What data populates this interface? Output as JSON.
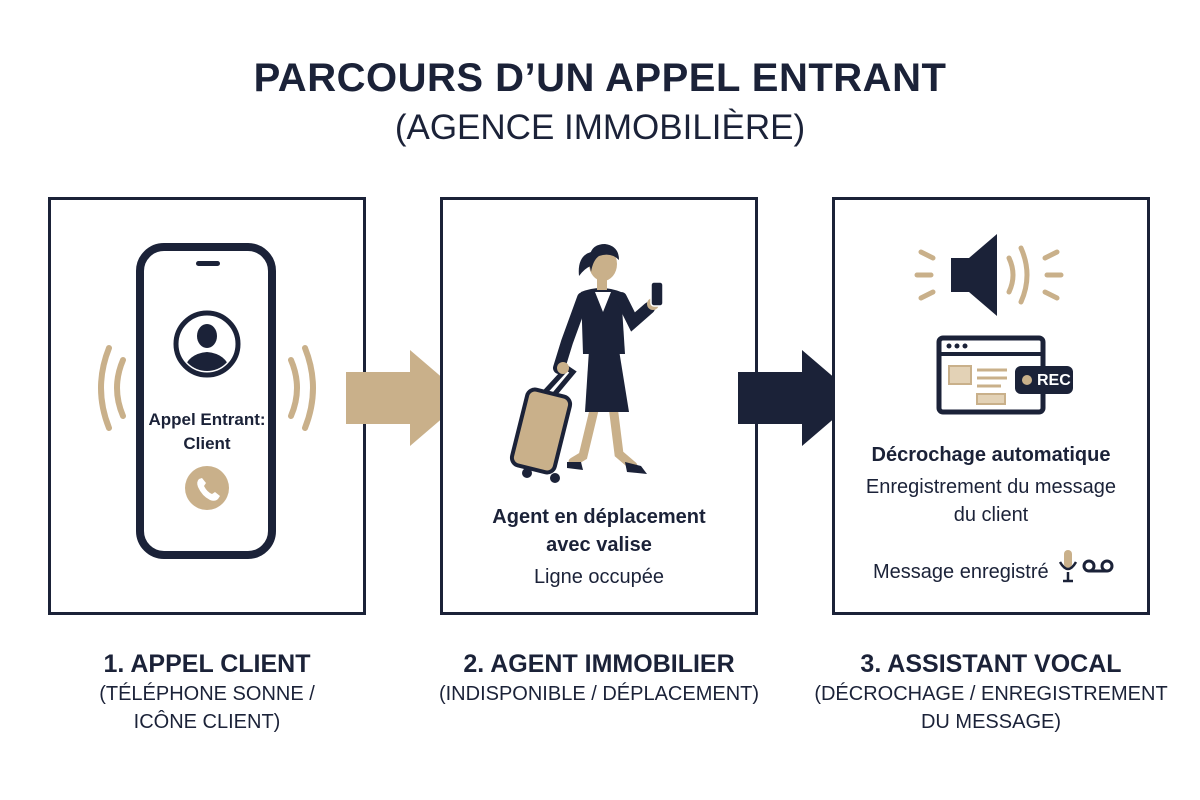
{
  "title": "PARCOURS D’UN APPEL ENTRANT",
  "subtitle": "(AGENCE IMMOBILIÈRE)",
  "panels": [
    {
      "screen_text_line1": "Appel Entrant:",
      "screen_text_line2": "Client",
      "icons": [
        "avatar-icon",
        "phone-handset-icon",
        "vibration-waves-icon"
      ],
      "caption_title": "1. APPEL CLIENT",
      "caption_line1": "(TÉLÉPHONE SONNE /",
      "caption_line2": "ICÔNE CLIENT)"
    },
    {
      "label_line1": "Agent en déplacement",
      "label_line2": "avec valise",
      "status": "Ligne occupée",
      "icons": [
        "businesswoman-with-suitcase-icon"
      ],
      "caption_title": "2. AGENT IMMOBILIER",
      "caption_line1": "(INDISPONIBLE / DÉPLACEMENT)"
    },
    {
      "title": "Décrochage automatique",
      "desc_line1": "Enregistrement du message",
      "desc_line2": "du client",
      "status": "Message enregistré",
      "rec_badge": "REC",
      "icons": [
        "speaker-icon",
        "recording-window-icon",
        "microphone-icon",
        "voicemail-icon"
      ],
      "caption_title": "3. ASSISTANT VOCAL",
      "caption_line1": "(DÉCROCHAGE / ENREGISTREMENT",
      "caption_line2": "DU MESSAGE)"
    }
  ],
  "colors": {
    "navy": "#1b2238",
    "beige": "#c9b08a",
    "white": "#ffffff"
  }
}
